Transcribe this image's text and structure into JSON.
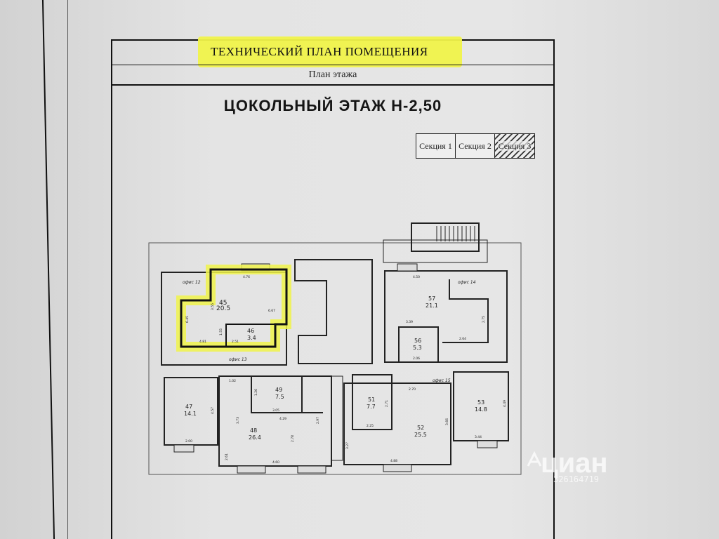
{
  "document": {
    "title": "ТЕХНИЧЕСКИЙ ПЛАН ПОМЕЩЕНИЯ",
    "subtitle": "План этажа",
    "floor_title": "ЦОКОЛЬНЫЙ ЭТАЖ  Н-2,50",
    "highlight_color": "#f0f34a",
    "legend": [
      "Секция 1",
      "Секция 2",
      "Секция 3"
    ],
    "legend_selected": "Секция 3"
  },
  "plan": {
    "rooms": [
      {
        "number": "45",
        "area": "20.5"
      },
      {
        "number": "46",
        "area": "3.4"
      },
      {
        "number": "47",
        "area": "14.1"
      },
      {
        "number": "48",
        "area": "26.4"
      },
      {
        "number": "49",
        "area": "7.5"
      },
      {
        "number": "51",
        "area": "7.7"
      },
      {
        "number": "52",
        "area": "25.5"
      },
      {
        "number": "53",
        "area": "14.8"
      },
      {
        "number": "56",
        "area": "5.3"
      },
      {
        "number": "57",
        "area": "21.1"
      }
    ],
    "offices": [
      "офис 12",
      "офис 13",
      "офис 14",
      "офис 15"
    ],
    "dimensions": [
      "4.76",
      "6.67",
      "3.55",
      "6.45",
      "2.51",
      "1.55",
      "4.81",
      "1.02",
      "4.57",
      "3.73",
      "2.00",
      "1.26",
      "4.29",
      "3.05",
      "2.78",
      "2.61",
      "4.60",
      "2.97",
      "2.25",
      "2.71",
      "3.27",
      "2.70",
      "4.88",
      "4.49",
      "3.44",
      "4.50",
      "2.75",
      "3.39",
      "2.06",
      "2.64",
      "3.66"
    ]
  },
  "watermark": {
    "brand": "циан",
    "id": "326164719"
  }
}
